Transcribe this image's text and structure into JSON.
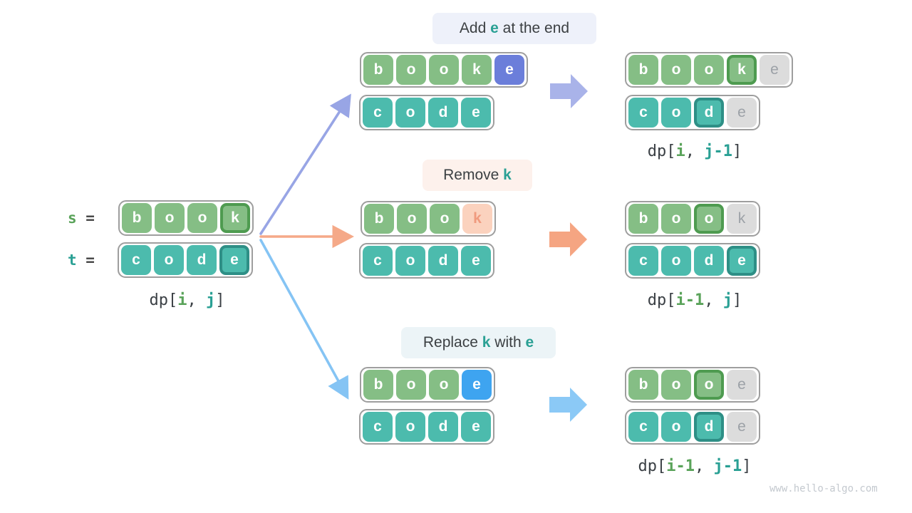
{
  "watermark": "www.hello-algo.com",
  "colors": {
    "cell_green": "#85BE85",
    "cell_green_active_border": "#4E9B50",
    "cell_teal": "#4CBBAD",
    "cell_teal_active_border": "#2E8F86",
    "cell_gray_bg": "#DCDCDC",
    "cell_gray_text": "#9CA1A7",
    "cell_pink_bg": "#FBD2BE",
    "cell_pink_text": "#F09A7E",
    "cell_indigo": "#6B7EDA",
    "cell_blue": "#3EA4F0",
    "accent_teal": "#2AA094",
    "accent_green": "#5AA35A",
    "tag_add_bg": "#EEF1FA",
    "tag_remove_bg": "#FDF1EC",
    "tag_replace_bg": "#ECF4F7",
    "arrow_add": "#98A5E5",
    "arrow_remove": "#F5A988",
    "arrow_replace": "#85C4F4",
    "container_border": "#9E9E9E",
    "text_dark": "#3C4043"
  },
  "source": {
    "s_eq": [
      {
        "t": "s",
        "c": "green"
      },
      {
        "t": " ="
      }
    ],
    "t_eq": [
      {
        "t": "t",
        "c": "teal"
      },
      {
        "t": " ="
      }
    ],
    "dp": [
      {
        "t": "dp["
      },
      {
        "t": "i",
        "c": "green"
      },
      {
        "t": ", "
      },
      {
        "t": "j",
        "c": "teal"
      },
      {
        "t": "]"
      }
    ]
  },
  "rows": {
    "src_s": [
      {
        "ch": "b",
        "type": "green"
      },
      {
        "ch": "o",
        "type": "green"
      },
      {
        "ch": "o",
        "type": "green"
      },
      {
        "ch": "k",
        "type": "green-active"
      }
    ],
    "src_t": [
      {
        "ch": "c",
        "type": "teal"
      },
      {
        "ch": "o",
        "type": "teal"
      },
      {
        "ch": "d",
        "type": "teal"
      },
      {
        "ch": "e",
        "type": "teal-active"
      }
    ],
    "add_s": [
      {
        "ch": "b",
        "type": "green"
      },
      {
        "ch": "o",
        "type": "green"
      },
      {
        "ch": "o",
        "type": "green"
      },
      {
        "ch": "k",
        "type": "green"
      },
      {
        "ch": "e",
        "type": "indigo"
      }
    ],
    "add_t": [
      {
        "ch": "c",
        "type": "teal"
      },
      {
        "ch": "o",
        "type": "teal"
      },
      {
        "ch": "d",
        "type": "teal"
      },
      {
        "ch": "e",
        "type": "teal"
      }
    ],
    "add_res_s": [
      {
        "ch": "b",
        "type": "green"
      },
      {
        "ch": "o",
        "type": "green"
      },
      {
        "ch": "o",
        "type": "green"
      },
      {
        "ch": "k",
        "type": "green-active"
      },
      {
        "ch": "e",
        "type": "gray"
      }
    ],
    "add_res_t": [
      {
        "ch": "c",
        "type": "teal"
      },
      {
        "ch": "o",
        "type": "teal"
      },
      {
        "ch": "d",
        "type": "teal-active"
      },
      {
        "ch": "e",
        "type": "gray"
      }
    ],
    "remove_s": [
      {
        "ch": "b",
        "type": "green"
      },
      {
        "ch": "o",
        "type": "green"
      },
      {
        "ch": "o",
        "type": "green"
      },
      {
        "ch": "k",
        "type": "pink"
      }
    ],
    "remove_t": [
      {
        "ch": "c",
        "type": "teal"
      },
      {
        "ch": "o",
        "type": "teal"
      },
      {
        "ch": "d",
        "type": "teal"
      },
      {
        "ch": "e",
        "type": "teal"
      }
    ],
    "remove_res_s": [
      {
        "ch": "b",
        "type": "green"
      },
      {
        "ch": "o",
        "type": "green"
      },
      {
        "ch": "o",
        "type": "green-active"
      },
      {
        "ch": "k",
        "type": "gray"
      }
    ],
    "remove_res_t": [
      {
        "ch": "c",
        "type": "teal"
      },
      {
        "ch": "o",
        "type": "teal"
      },
      {
        "ch": "d",
        "type": "teal"
      },
      {
        "ch": "e",
        "type": "teal-active"
      }
    ],
    "replace_s": [
      {
        "ch": "b",
        "type": "green"
      },
      {
        "ch": "o",
        "type": "green"
      },
      {
        "ch": "o",
        "type": "green"
      },
      {
        "ch": "e",
        "type": "blue"
      }
    ],
    "replace_t": [
      {
        "ch": "c",
        "type": "teal"
      },
      {
        "ch": "o",
        "type": "teal"
      },
      {
        "ch": "d",
        "type": "teal"
      },
      {
        "ch": "e",
        "type": "teal"
      }
    ],
    "replace_res_s": [
      {
        "ch": "b",
        "type": "green"
      },
      {
        "ch": "o",
        "type": "green"
      },
      {
        "ch": "o",
        "type": "green-active"
      },
      {
        "ch": "e",
        "type": "gray"
      }
    ],
    "replace_res_t": [
      {
        "ch": "c",
        "type": "teal"
      },
      {
        "ch": "o",
        "type": "teal"
      },
      {
        "ch": "d",
        "type": "teal-active"
      },
      {
        "ch": "e",
        "type": "gray"
      }
    ]
  },
  "branches": {
    "add": {
      "label": [
        {
          "t": "Add "
        },
        {
          "t": "e",
          "c": "teal"
        },
        {
          "t": " at the end"
        }
      ],
      "dp": [
        {
          "t": "dp["
        },
        {
          "t": "i",
          "c": "green"
        },
        {
          "t": ", "
        },
        {
          "t": "j-1",
          "c": "teal"
        },
        {
          "t": "]"
        }
      ]
    },
    "remove": {
      "label": [
        {
          "t": "Remove "
        },
        {
          "t": "k",
          "c": "teal"
        }
      ],
      "dp": [
        {
          "t": "dp["
        },
        {
          "t": "i-1",
          "c": "green"
        },
        {
          "t": ", "
        },
        {
          "t": "j",
          "c": "teal"
        },
        {
          "t": "]"
        }
      ]
    },
    "replace": {
      "label": [
        {
          "t": "Replace "
        },
        {
          "t": "k",
          "c": "teal"
        },
        {
          "t": " with "
        },
        {
          "t": "e",
          "c": "teal"
        }
      ],
      "dp": [
        {
          "t": "dp["
        },
        {
          "t": "i-1",
          "c": "green"
        },
        {
          "t": ", "
        },
        {
          "t": "j-1",
          "c": "teal"
        },
        {
          "t": "]"
        }
      ]
    }
  }
}
